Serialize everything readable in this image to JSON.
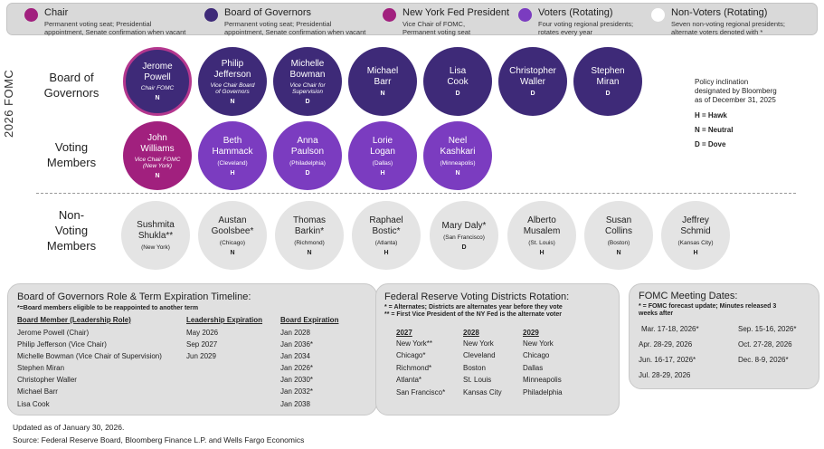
{
  "legend": [
    {
      "title": "Chair",
      "desc": [
        "Permanent voting seat; Presidential",
        "appointment, Senate confirmation when vacant"
      ],
      "color": "#a1207e",
      "ring": "#b4378e"
    },
    {
      "title": "Board of Governors",
      "desc": [
        "Permanent voting seat; Presidential",
        "appointment, Senate confirmation when vacant"
      ],
      "color": "#3e2a78"
    },
    {
      "title": "New York Fed President",
      "desc": [
        "Vice Chair of FOMC,",
        "Permanent voting seat"
      ],
      "color": "#a1207e"
    },
    {
      "title": "Voters (Rotating)",
      "desc": [
        "Four voting regional presidents;",
        "rotates every year"
      ],
      "color": "#7b3cc0"
    },
    {
      "title": "Non-Voters (Rotating)",
      "desc": [
        "Seven non-voting regional presidents;",
        "alternate voters denoted with *"
      ],
      "color": "#ffffff"
    }
  ],
  "side_label": "2026 FOMC",
  "row_labels": {
    "board": [
      "Board of",
      "Governors"
    ],
    "voting": [
      "Voting",
      "Members"
    ],
    "nonvoting": [
      "Non-",
      "Voting",
      "Members"
    ]
  },
  "board": [
    {
      "name": [
        "Jerome",
        "Powell"
      ],
      "role": [
        "Chair FOMC"
      ],
      "inc": "N",
      "style": "chair"
    },
    {
      "name": [
        "Philip",
        "Jefferson"
      ],
      "role": [
        "Vice Chair Board",
        "of Governors"
      ],
      "inc": "N",
      "style": "navy"
    },
    {
      "name": [
        "Michelle",
        "Bowman"
      ],
      "role": [
        "Vice Chair for",
        "Supervision"
      ],
      "inc": "D",
      "style": "navy"
    },
    {
      "name": [
        "Michael",
        "Barr"
      ],
      "role": [],
      "inc": "N",
      "style": "navy"
    },
    {
      "name": [
        "Lisa",
        "Cook"
      ],
      "role": [],
      "inc": "D",
      "style": "navy"
    },
    {
      "name": [
        "Christopher",
        "Waller"
      ],
      "role": [],
      "inc": "D",
      "style": "navy"
    },
    {
      "name": [
        "Stephen",
        "Miran"
      ],
      "role": [],
      "inc": "D",
      "style": "navy"
    }
  ],
  "voting": [
    {
      "name": [
        "John",
        "Williams"
      ],
      "role": [
        "Vice Chair FOMC",
        "(New York)"
      ],
      "inc": "N",
      "style": "magenta"
    },
    {
      "name": [
        "Beth",
        "Hammack"
      ],
      "loc": "(Cleveland)",
      "inc": "H",
      "style": "purple"
    },
    {
      "name": [
        "Anna",
        "Paulson"
      ],
      "loc": "(Philadelphia)",
      "inc": "D",
      "style": "purple"
    },
    {
      "name": [
        "Lorie",
        "Logan"
      ],
      "loc": "(Dallas)",
      "inc": "H",
      "style": "purple"
    },
    {
      "name": [
        "Neel",
        "Kashkari"
      ],
      "loc": "(Minneapolis)",
      "inc": "N",
      "style": "purple"
    }
  ],
  "nonvoting": [
    {
      "name": [
        "Sushmita",
        "Shukla**"
      ],
      "loc": "(New York)",
      "inc": "",
      "style": "gray"
    },
    {
      "name": [
        "Austan",
        "Goolsbee*"
      ],
      "loc": "(Chicago)",
      "inc": "N",
      "style": "gray"
    },
    {
      "name": [
        "Thomas",
        "Barkin*"
      ],
      "loc": "(Richmond)",
      "inc": "N",
      "style": "gray"
    },
    {
      "name": [
        "Raphael",
        "Bostic*"
      ],
      "loc": "(Atlanta)",
      "inc": "H",
      "style": "gray"
    },
    {
      "name": [
        "Mary Daly*"
      ],
      "loc": "(San Francisco)",
      "inc": "D",
      "style": "gray"
    },
    {
      "name": [
        "Alberto",
        "Musalem"
      ],
      "loc": "(St. Louis)",
      "inc": "H",
      "style": "gray"
    },
    {
      "name": [
        "Susan",
        "Collins"
      ],
      "loc": "(Boston)",
      "inc": "N",
      "style": "gray"
    },
    {
      "name": [
        "Jeffrey",
        "Schmid"
      ],
      "loc": "(Kansas City)",
      "inc": "H",
      "style": "gray"
    }
  ],
  "policy_note": [
    "Policy inclination",
    "designated by Bloomberg",
    "as of December 31, 2025"
  ],
  "policy_key": [
    "H = Hawk",
    "N = Neutral",
    "D = Dove"
  ],
  "timeline_panel": {
    "title": "Board of Governors Role & Term Expiration Timeline:",
    "note": "*=Board members eligible to be reappointed to another term",
    "headers": [
      "Board Member (Leadership Role)",
      "Leadership Expiration",
      "Board Expiration"
    ],
    "rows": [
      [
        "Jerome Powell (Chair)",
        "May 2026",
        "Jan 2028"
      ],
      [
        "Philip Jefferson (Vice Chair)",
        "Sep 2027",
        "Jan 2036*"
      ],
      [
        "Michelle Bowman (Vice Chair of Supervision)",
        "Jun 2029",
        "Jan 2034"
      ],
      [
        "Stephen Miran",
        "",
        "Jan 2026*"
      ],
      [
        "Christopher Waller",
        "",
        "Jan 2030*"
      ],
      [
        "Michael Barr",
        "",
        "Jan 2032*"
      ],
      [
        "Lisa Cook",
        "",
        "Jan 2038"
      ]
    ]
  },
  "rotation_panel": {
    "title": "Federal Reserve Voting Districts Rotation:",
    "notes": [
      "* = Alternates; Districts are alternates year before they vote",
      "** = First Vice President of the NY Fed is the alternate voter"
    ],
    "columns": [
      {
        "year": "2027",
        "items": [
          "New York**",
          "Chicago*",
          "Richmond*",
          "Atlanta*",
          "San Francisco*"
        ]
      },
      {
        "year": "2028",
        "items": [
          "New York",
          "Cleveland",
          "Boston",
          "St. Louis",
          "Kansas City"
        ]
      },
      {
        "year": "2029",
        "items": [
          "New York",
          "Chicago",
          "Dallas",
          "Minneapolis",
          "Philadelphia"
        ]
      }
    ]
  },
  "meetings_panel": {
    "title": "FOMC Meeting Dates:",
    "notes": [
      "* = FOMC forecast update; Minutes released 3",
      "weeks after"
    ],
    "left": [
      "Mar. 17-18, 2026*",
      "Apr. 28-29,  2026",
      "Jun. 16-17, 2026*",
      "Jul. 28-29, 2026"
    ],
    "right": [
      "Sep. 15-16, 2026*",
      "Oct. 27-28, 2026",
      "Dec. 8-9, 2026*"
    ]
  },
  "footer": {
    "updated": "Updated as of January 30, 2026.",
    "source": "Source: Federal Reserve Board, Bloomberg Finance L.P. and Wells Fargo Economics"
  }
}
